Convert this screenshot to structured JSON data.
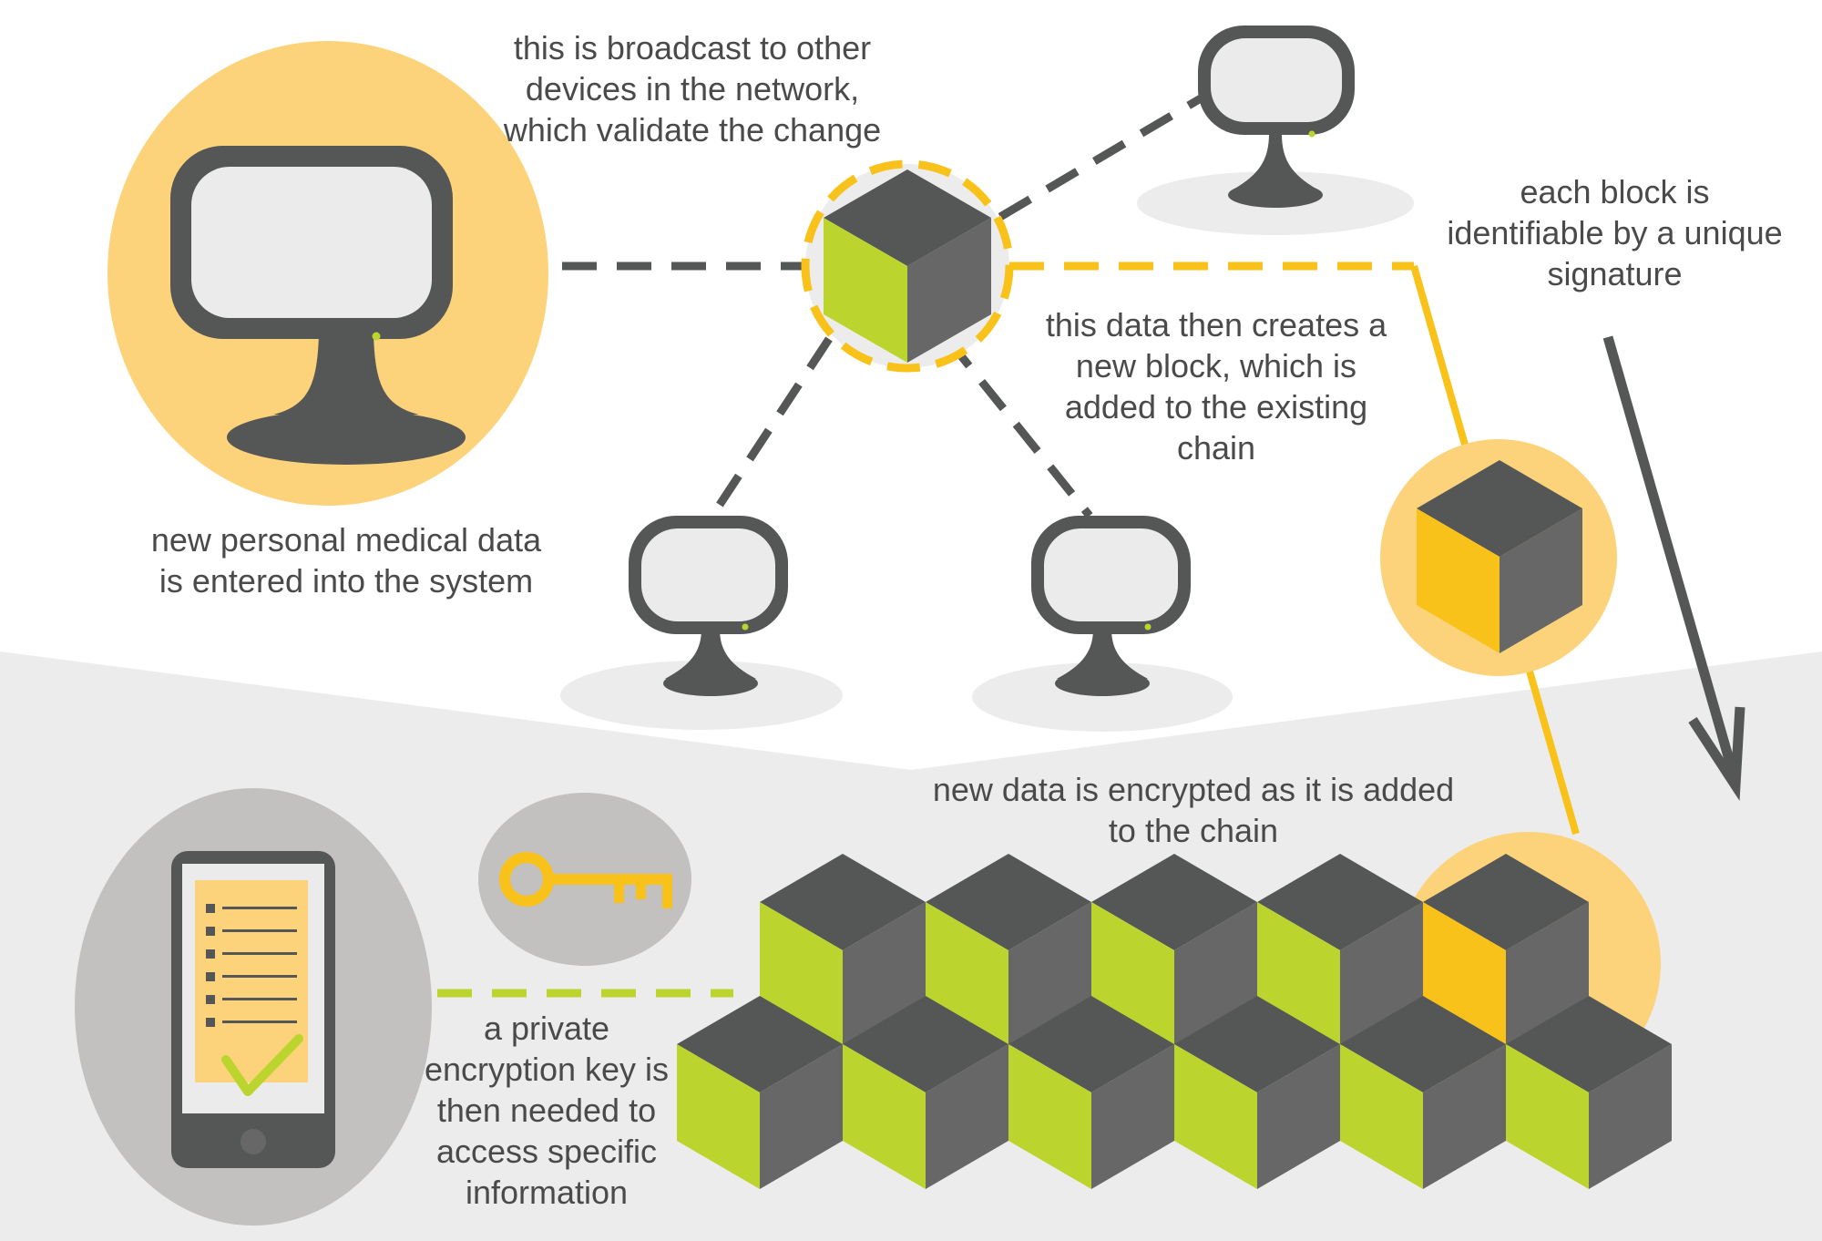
{
  "colors": {
    "background": "#ffffff",
    "ground": "#ececec",
    "dark_gray": "#555756",
    "mid_gray": "#676767",
    "lime": "#bcd52e",
    "gold": "#f8c21a",
    "pale_yellow": "#fcd37a",
    "screen_fill": "#ebebeb",
    "gray_circle": "#c2c1bf",
    "text": "#4a4a4a"
  },
  "icons": [
    "monitor-icon",
    "block-cube-icon",
    "key-icon",
    "smartphone-icon",
    "checkmark-icon",
    "arrow-down-icon"
  ],
  "captions": {
    "broadcast": [
      "this is broadcast to other",
      "devices in the network,",
      "which validate the change"
    ],
    "medical_data": [
      "new personal medical data",
      "is entered into the system"
    ],
    "new_block": [
      "this data then creates a",
      "new block, which is",
      "added to the existing",
      "chain"
    ],
    "signature": [
      "each block is",
      "identifiable by a unique",
      "signature"
    ],
    "encrypted": [
      "new data is encrypted as it is added",
      "to the chain"
    ],
    "private_key": [
      "a private",
      "encryption key is",
      "then needed to",
      "access specific",
      "information"
    ]
  }
}
